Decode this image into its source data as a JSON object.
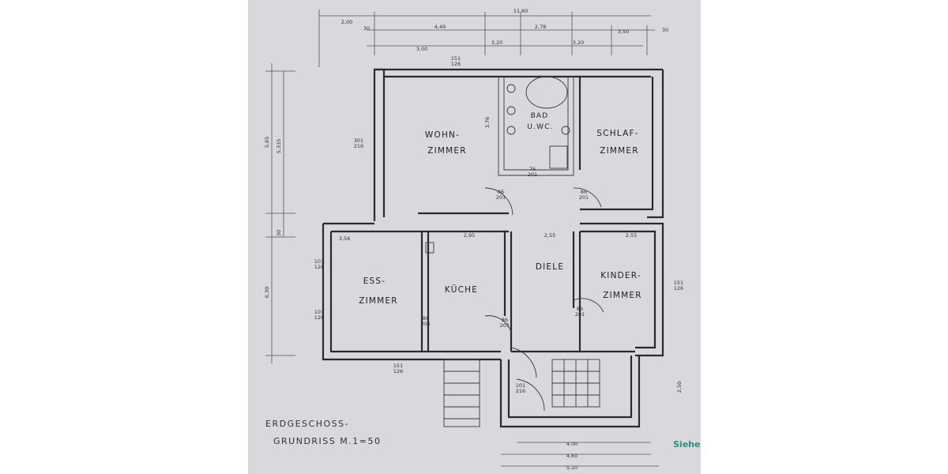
{
  "rooms": {
    "wohnzimmer_1": "WOHN-",
    "wohnzimmer_2": "ZIMMER",
    "bad_1": "BAD",
    "bad_2": "U.WC.",
    "schlaf_1": "SCHLAF-",
    "schlaf_2": "ZIMMER",
    "ess_1": "ESS-",
    "ess_2": "ZIMMER",
    "kueche": "KÜCHE",
    "diele": "DIELE",
    "kinder_1": "KINDER-",
    "kinder_2": "ZIMMER"
  },
  "title": {
    "line1": "ERDGESCHOSS-",
    "line2": "GRUNDRISS M.1=50"
  },
  "note": "Siehe",
  "dimensions": {
    "top_total": "11,60",
    "top_2_00": "2,00",
    "top_30a": "30",
    "top_4_49": "4,49",
    "top_2_78": "2,78",
    "top_3_00": "3,00",
    "top_3_20a": "3,20",
    "top_3_20b": "3,20",
    "top_3_50": "3,50",
    "top_30b": "30",
    "left_5_85": "5,85",
    "left_5_335": "5,335",
    "left_6_30": "6,30",
    "left_30": "30",
    "inner_3_56": "3,56",
    "inner_2_95": "2,95",
    "inner_2_55": "2,55",
    "inner_2_55b": "2,55",
    "inner_3_76": "3,76",
    "bottom_4_00": "4,00",
    "bottom_4_60": "4,60",
    "bottom_5_10": "5,10",
    "right_2_50": "2,50"
  },
  "openings": {
    "w1": "151\n126",
    "w2": "301\n216",
    "w3": "101\n126",
    "w4": "101\n126",
    "w5": "151\n126",
    "w6": "151\n126",
    "d_wohn": "86\n201",
    "d_schlaf": "86\n201",
    "d_kueche": "86\n201",
    "d_kinder": "86\n201",
    "d_ess": "86\n201",
    "d_entry": "101\n216",
    "d_bad": "76\n201"
  }
}
